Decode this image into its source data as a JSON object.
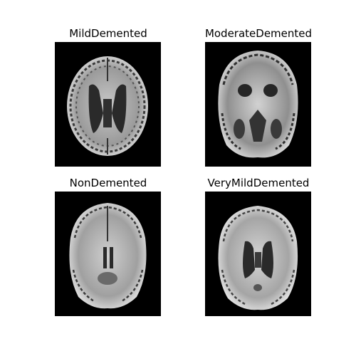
{
  "panels": [
    {
      "title": "MildDemented"
    },
    {
      "title": "ModerateDemented"
    },
    {
      "title": "NonDemented"
    },
    {
      "title": "VeryMildDemented"
    }
  ],
  "colors": {
    "background": "#ffffff",
    "image_background": "#000000",
    "brain_light": "#d8d8d8",
    "brain_mid": "#8a8a8a",
    "brain_dark": "#2a2a2a"
  }
}
